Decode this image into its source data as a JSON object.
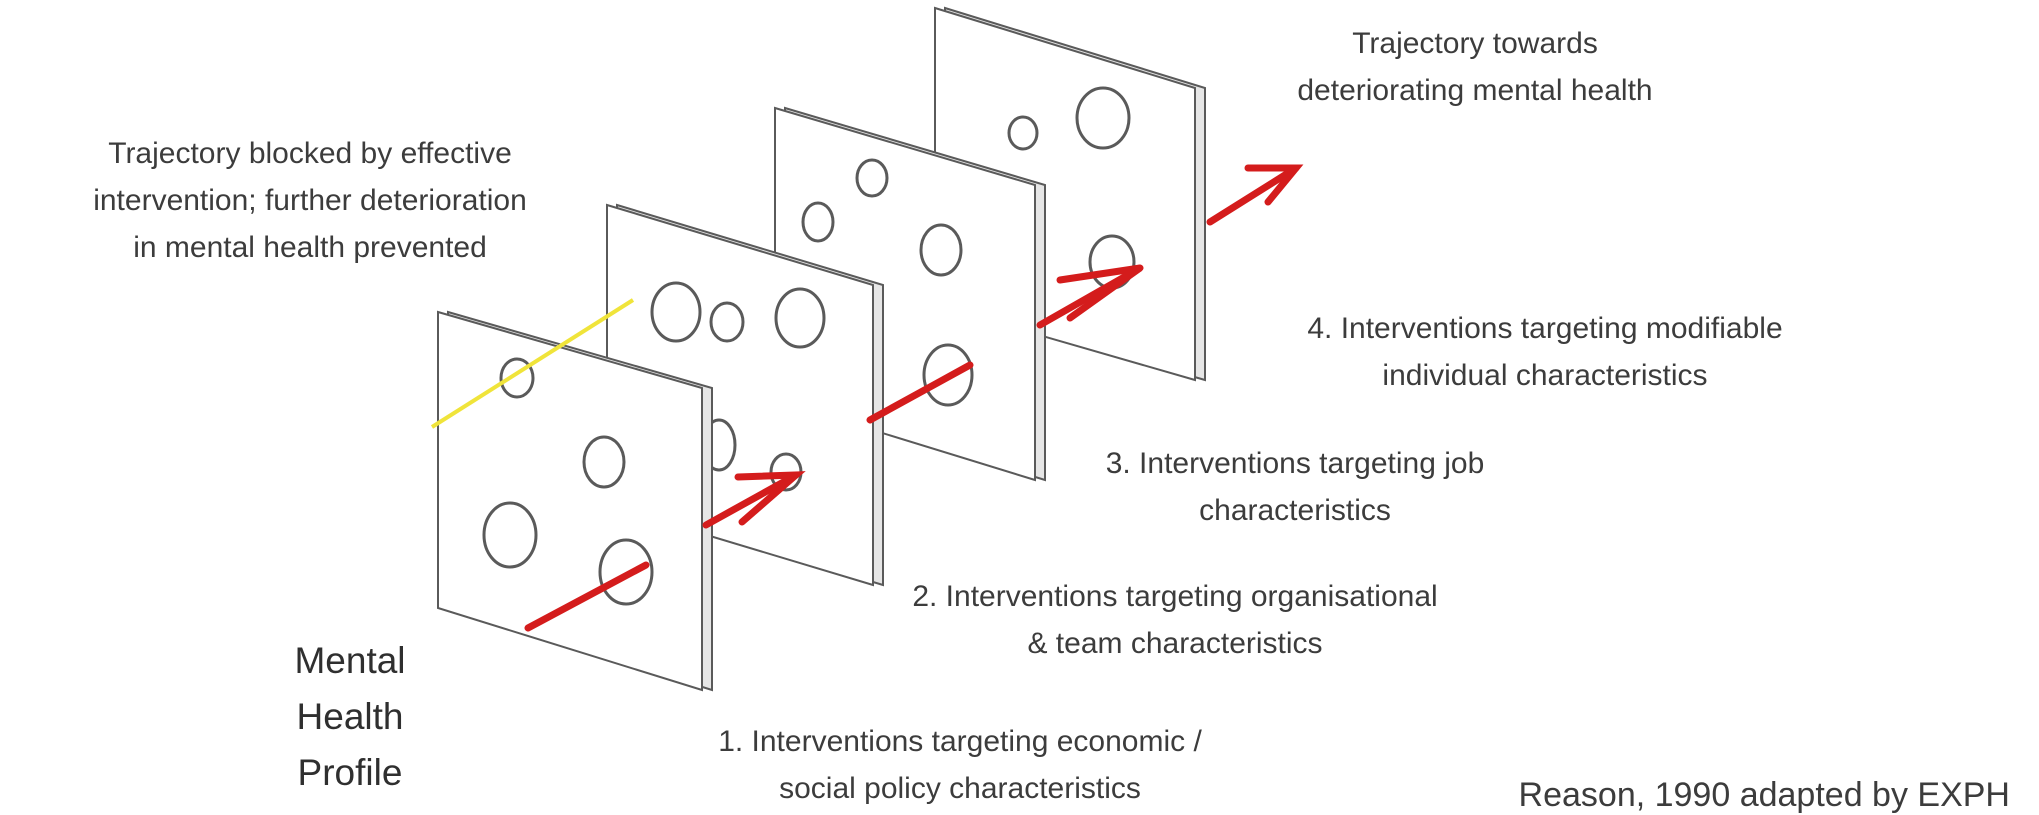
{
  "labels": {
    "trajectory_towards": [
      "Trajectory towards",
      "deteriorating mental health"
    ],
    "trajectory_blocked": [
      "Trajectory blocked by effective",
      "intervention; further deterioration",
      "in mental health prevented"
    ],
    "layer4": [
      "4. Interventions targeting modifiable",
      "individual characteristics"
    ],
    "layer3": [
      "3. Interventions targeting job",
      "characteristics"
    ],
    "layer2": [
      "2. Interventions targeting organisational",
      "& team characteristics"
    ],
    "layer1": [
      "1. Interventions targeting economic /",
      "social policy characteristics"
    ],
    "profile": [
      "Mental",
      "Health",
      "Profile"
    ],
    "citation": "Reason, 1990 adapted by EXPH"
  },
  "colors": {
    "arrow": "#d41c1c",
    "blocked_line": "#f0e43a",
    "slice_face": "#ffffff",
    "slice_edge": "#e6e6e6",
    "outline": "#5a5a5a",
    "hole_fill": "#cfcfcf"
  }
}
